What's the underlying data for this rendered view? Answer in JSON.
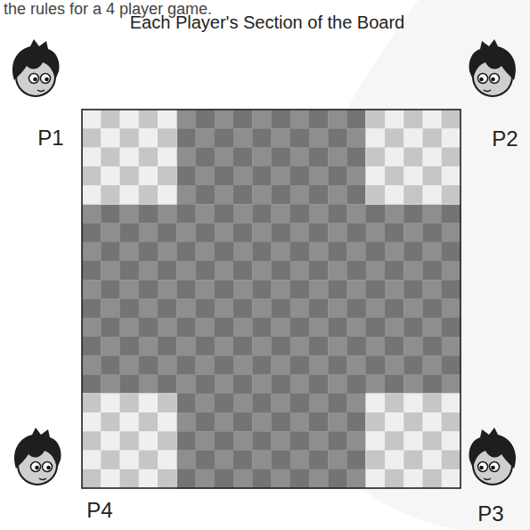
{
  "diagram": {
    "title": "Each Player's Section of the Board",
    "labels": [
      "the rules for a 4 player game.",
      "P1",
      "P2",
      "P4",
      "P3"
    ]
  }
}
